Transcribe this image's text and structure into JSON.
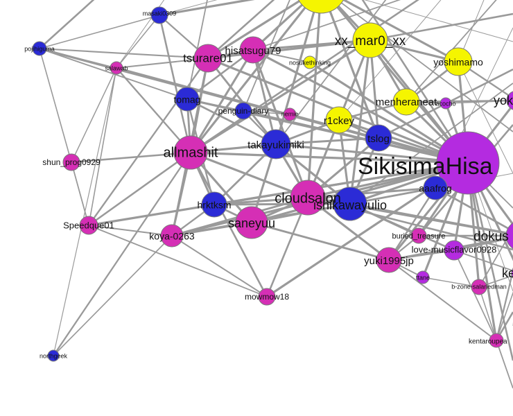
{
  "palette": {
    "blue": "#2b2bd6",
    "magenta": "#d52fb5",
    "yellow": "#f5f500",
    "purple": "#b42be0",
    "edge": "#9a9a9a"
  },
  "nodes": [
    {
      "id": "masaki0309",
      "label": "masaki0309",
      "color": "blue"
    },
    {
      "id": "pojihiguma",
      "label": "pojihiguma",
      "color": "blue"
    },
    {
      "id": "salawab",
      "label": "salawab",
      "color": "magenta"
    },
    {
      "id": "tsurare01",
      "label": "tsurare01",
      "color": "magenta"
    },
    {
      "id": "hisatsugu79",
      "label": "hisatsugu79",
      "color": "magenta"
    },
    {
      "id": "nosukethinking",
      "label": "nosukethinking",
      "color": "yellow"
    },
    {
      "id": "xx_mar0_xx",
      "label": "xx_mar0_xx",
      "color": "yellow"
    },
    {
      "id": "yoshimamo",
      "label": "yoshimamo",
      "color": "yellow"
    },
    {
      "id": "top_yellow",
      "label": "",
      "color": "yellow"
    },
    {
      "id": "tomag",
      "label": "tomag",
      "color": "blue"
    },
    {
      "id": "penguin-diary",
      "label": "penguin-diary",
      "color": "blue"
    },
    {
      "id": "nemie",
      "label": "nemie",
      "color": "magenta"
    },
    {
      "id": "r1ckey",
      "label": "r1ckey",
      "color": "yellow"
    },
    {
      "id": "menheraneat",
      "label": "menheraneat",
      "color": "yellow"
    },
    {
      "id": "acocho",
      "label": "acocho",
      "color": "purple"
    },
    {
      "id": "yok",
      "label": "yok",
      "color": "purple"
    },
    {
      "id": "tslog",
      "label": "tslog",
      "color": "blue"
    },
    {
      "id": "takayukimiki",
      "label": "takayukimiki",
      "color": "blue"
    },
    {
      "id": "allmashit",
      "label": "allmashit",
      "color": "magenta"
    },
    {
      "id": "shun_prog0929",
      "label": "shun_prog0929",
      "color": "magenta"
    },
    {
      "id": "SikisimaHisa",
      "label": "SikisimaHisa",
      "color": "purple"
    },
    {
      "id": "aaafrog",
      "label": "aaafrog",
      "color": "blue"
    },
    {
      "id": "cloudsalon",
      "label": "cloudsalon",
      "color": "magenta"
    },
    {
      "id": "ishikawayulio",
      "label": "ishikawayulio",
      "color": "blue"
    },
    {
      "id": "hrktksm",
      "label": "hrktksm",
      "color": "blue"
    },
    {
      "id": "saneyuu",
      "label": "saneyuu",
      "color": "magenta"
    },
    {
      "id": "Speedque01",
      "label": "Speedque01",
      "color": "magenta"
    },
    {
      "id": "koya-0263",
      "label": "koya-0263",
      "color": "magenta"
    },
    {
      "id": "buried_treasure",
      "label": "buried_treasure",
      "color": "magenta"
    },
    {
      "id": "dokus",
      "label": "dokus",
      "color": "purple"
    },
    {
      "id": "love-musicflavor0928",
      "label": "love-musicflavor0928",
      "color": "purple"
    },
    {
      "id": "yuki1995jp",
      "label": "yuki1995jp",
      "color": "magenta"
    },
    {
      "id": "ttane",
      "label": "ttane",
      "color": "purple"
    },
    {
      "id": "b-zone-salariedman",
      "label": "b-zone-salariedman",
      "color": "magenta"
    },
    {
      "id": "ke",
      "label": "ke",
      "color": "purple"
    },
    {
      "id": "mowmow18",
      "label": "mowmow18",
      "color": "magenta"
    },
    {
      "id": "northgeek",
      "label": "northgeek",
      "color": "blue"
    },
    {
      "id": "kentaroupea",
      "label": "kentaroupea",
      "color": "magenta"
    }
  ],
  "edges": [
    [
      "northgeek",
      "koya-0263"
    ],
    [
      "northgeek",
      "salawab"
    ],
    [
      "northgeek",
      "allmashit"
    ],
    [
      "mowmow18",
      "koya-0263"
    ],
    [
      "mowmow18",
      "SikisimaHisa"
    ],
    [
      "mowmow18",
      "cloudsalon"
    ],
    [
      "mowmow18",
      "allmashit"
    ],
    [
      "mowmow18",
      "Speedque01"
    ],
    [
      "Speedque01",
      "koya-0263"
    ],
    [
      "Speedque01",
      "salawab"
    ],
    [
      "Speedque01",
      "allmashit"
    ],
    [
      "Speedque01",
      "tsurare01"
    ],
    [
      "Speedque01",
      "SikisimaHisa"
    ],
    [
      "Speedque01",
      "shun_prog0929"
    ],
    [
      "shun_prog0929",
      "allmashit"
    ],
    [
      "shun_prog0929",
      "salawab"
    ],
    [
      "shun_prog0929",
      "pojihiguma"
    ],
    [
      "salawab",
      "pojihiguma"
    ],
    [
      "salawab",
      "masaki0309"
    ],
    [
      "salawab",
      "tsurare01"
    ],
    [
      "salawab",
      "allmashit"
    ],
    [
      "salawab",
      "SikisimaHisa"
    ],
    [
      "pojihiguma",
      "masaki0309"
    ],
    [
      "pojihiguma",
      "tsurare01"
    ],
    [
      "pojihiguma",
      "tomag"
    ],
    [
      "pojihiguma",
      "SikisimaHisa"
    ],
    [
      "masaki0309",
      "tsurare01"
    ],
    [
      "masaki0309",
      "top_yellow"
    ],
    [
      "masaki0309",
      "allmashit"
    ],
    [
      "koya-0263",
      "allmashit"
    ],
    [
      "koya-0263",
      "hrktksm"
    ],
    [
      "koya-0263",
      "saneyuu"
    ],
    [
      "koya-0263",
      "cloudsalon"
    ],
    [
      "koya-0263",
      "SikisimaHisa"
    ],
    [
      "koya-0263",
      "tsurare01"
    ],
    [
      "koya-0263",
      "ishikawayulio"
    ],
    [
      "allmashit",
      "tsurare01"
    ],
    [
      "allmashit",
      "hisatsugu79"
    ],
    [
      "allmashit",
      "top_yellow"
    ],
    [
      "allmashit",
      "takayukimiki"
    ],
    [
      "allmashit",
      "SikisimaHisa"
    ],
    [
      "allmashit",
      "cloudsalon"
    ],
    [
      "allmashit",
      "tomag"
    ],
    [
      "allmashit",
      "hrktksm"
    ],
    [
      "allmashit",
      "xx_mar0_xx"
    ],
    [
      "allmashit",
      "saneyuu"
    ],
    [
      "tsurare01",
      "hisatsugu79"
    ],
    [
      "tsurare01",
      "top_yellow"
    ],
    [
      "tsurare01",
      "SikisimaHisa"
    ],
    [
      "tsurare01",
      "takayukimiki"
    ],
    [
      "tsurare01",
      "xx_mar0_xx"
    ],
    [
      "hisatsugu79",
      "top_yellow"
    ],
    [
      "hisatsugu79",
      "xx_mar0_xx"
    ],
    [
      "hisatsugu79",
      "SikisimaHisa"
    ],
    [
      "hisatsugu79",
      "takayukimiki"
    ],
    [
      "hisatsugu79",
      "cloudsalon"
    ],
    [
      "top_yellow",
      "xx_mar0_xx"
    ],
    [
      "top_yellow",
      "SikisimaHisa"
    ],
    [
      "top_yellow",
      "yoshimamo"
    ],
    [
      "top_yellow",
      "takayukimiki"
    ],
    [
      "top_yellow",
      "tslog"
    ],
    [
      "top_yellow",
      "cloudsalon"
    ],
    [
      "xx_mar0_xx",
      "SikisimaHisa"
    ],
    [
      "xx_mar0_xx",
      "yoshimamo"
    ],
    [
      "xx_mar0_xx",
      "r1ckey"
    ],
    [
      "xx_mar0_xx",
      "menheraneat"
    ],
    [
      "xx_mar0_xx",
      "tslog"
    ],
    [
      "xx_mar0_xx",
      "ishikawayulio"
    ],
    [
      "yoshimamo",
      "SikisimaHisa"
    ],
    [
      "yoshimamo",
      "menheraneat"
    ],
    [
      "yoshimamo",
      "yok"
    ],
    [
      "menheraneat",
      "SikisimaHisa"
    ],
    [
      "menheraneat",
      "r1ckey"
    ],
    [
      "menheraneat",
      "acocho"
    ],
    [
      "menheraneat",
      "yok"
    ],
    [
      "r1ckey",
      "SikisimaHisa"
    ],
    [
      "r1ckey",
      "takayukimiki"
    ],
    [
      "r1ckey",
      "tslog"
    ],
    [
      "r1ckey",
      "cloudsalon"
    ],
    [
      "r1ckey",
      "ishikawayulio"
    ],
    [
      "tslog",
      "SikisimaHisa"
    ],
    [
      "tslog",
      "ishikawayulio"
    ],
    [
      "tslog",
      "takayukimiki"
    ],
    [
      "tslog",
      "cloudsalon"
    ],
    [
      "takayukimiki",
      "SikisimaHisa"
    ],
    [
      "takayukimiki",
      "cloudsalon"
    ],
    [
      "takayukimiki",
      "ishikawayulio"
    ],
    [
      "takayukimiki",
      "hrktksm"
    ],
    [
      "takayukimiki",
      "saneyuu"
    ],
    [
      "takayukimiki",
      "penguin-diary"
    ],
    [
      "takayukimiki",
      "tomag"
    ],
    [
      "tomag",
      "penguin-diary"
    ],
    [
      "tomag",
      "SikisimaHisa"
    ],
    [
      "tomag",
      "hisatsugu79"
    ],
    [
      "tomag",
      "hrktksm"
    ],
    [
      "penguin-diary",
      "nemie"
    ],
    [
      "penguin-diary",
      "SikisimaHisa"
    ],
    [
      "nemie",
      "SikisimaHisa"
    ],
    [
      "nosukethinking",
      "SikisimaHisa"
    ],
    [
      "nosukethinking",
      "hisatsugu79"
    ],
    [
      "hrktksm",
      "cloudsalon"
    ],
    [
      "hrktksm",
      "ishikawayulio"
    ],
    [
      "hrktksm",
      "saneyuu"
    ],
    [
      "hrktksm",
      "SikisimaHisa"
    ],
    [
      "saneyuu",
      "cloudsalon"
    ],
    [
      "saneyuu",
      "ishikawayulio"
    ],
    [
      "saneyuu",
      "SikisimaHisa"
    ],
    [
      "saneyuu",
      "yuki1995jp"
    ],
    [
      "cloudsalon",
      "ishikawayulio"
    ],
    [
      "cloudsalon",
      "SikisimaHisa"
    ],
    [
      "cloudsalon",
      "aaafrog"
    ],
    [
      "cloudsalon",
      "yuki1995jp"
    ],
    [
      "cloudsalon",
      "dokus"
    ],
    [
      "ishikawayulio",
      "SikisimaHisa"
    ],
    [
      "ishikawayulio",
      "aaafrog"
    ],
    [
      "ishikawayulio",
      "dokus"
    ],
    [
      "ishikawayulio",
      "love-musicflavor0928"
    ],
    [
      "ishikawayulio",
      "buried_treasure"
    ],
    [
      "aaafrog",
      "SikisimaHisa"
    ],
    [
      "aaafrog",
      "dokus"
    ],
    [
      "aaafrog",
      "yuki1995jp"
    ],
    [
      "SikisimaHisa",
      "dokus"
    ],
    [
      "SikisimaHisa",
      "yok"
    ],
    [
      "SikisimaHisa",
      "acocho"
    ],
    [
      "SikisimaHisa",
      "ke"
    ],
    [
      "SikisimaHisa",
      "love-musicflavor0928"
    ],
    [
      "SikisimaHisa",
      "buried_treasure"
    ],
    [
      "SikisimaHisa",
      "yuki1995jp"
    ],
    [
      "SikisimaHisa",
      "kentaroupea"
    ],
    [
      "SikisimaHisa",
      "b-zone-salariedman"
    ],
    [
      "SikisimaHisa",
      "ttane"
    ],
    [
      "yuki1995jp",
      "love-musicflavor0928"
    ],
    [
      "yuki1995jp",
      "ttane"
    ],
    [
      "yuki1995jp",
      "dokus"
    ],
    [
      "yuki1995jp",
      "buried_treasure"
    ],
    [
      "buried_treasure",
      "dokus"
    ],
    [
      "love-musicflavor0928",
      "dokus"
    ],
    [
      "love-musicflavor0928",
      "ke"
    ],
    [
      "ttane",
      "b-zone-salariedman"
    ],
    [
      "b-zone-salariedman",
      "ke"
    ],
    [
      "b-zone-salariedman",
      "kentaroupea"
    ],
    [
      "kentaroupea",
      "ke"
    ],
    [
      "kentaroupea",
      "dokus"
    ],
    [
      "kentaroupea",
      "love-musicflavor0928"
    ],
    [
      "kentaroupea",
      "yuki1995jp"
    ],
    [
      "dokus",
      "ke"
    ],
    [
      "dokus",
      "yok"
    ],
    [
      "acocho",
      "yok"
    ]
  ]
}
